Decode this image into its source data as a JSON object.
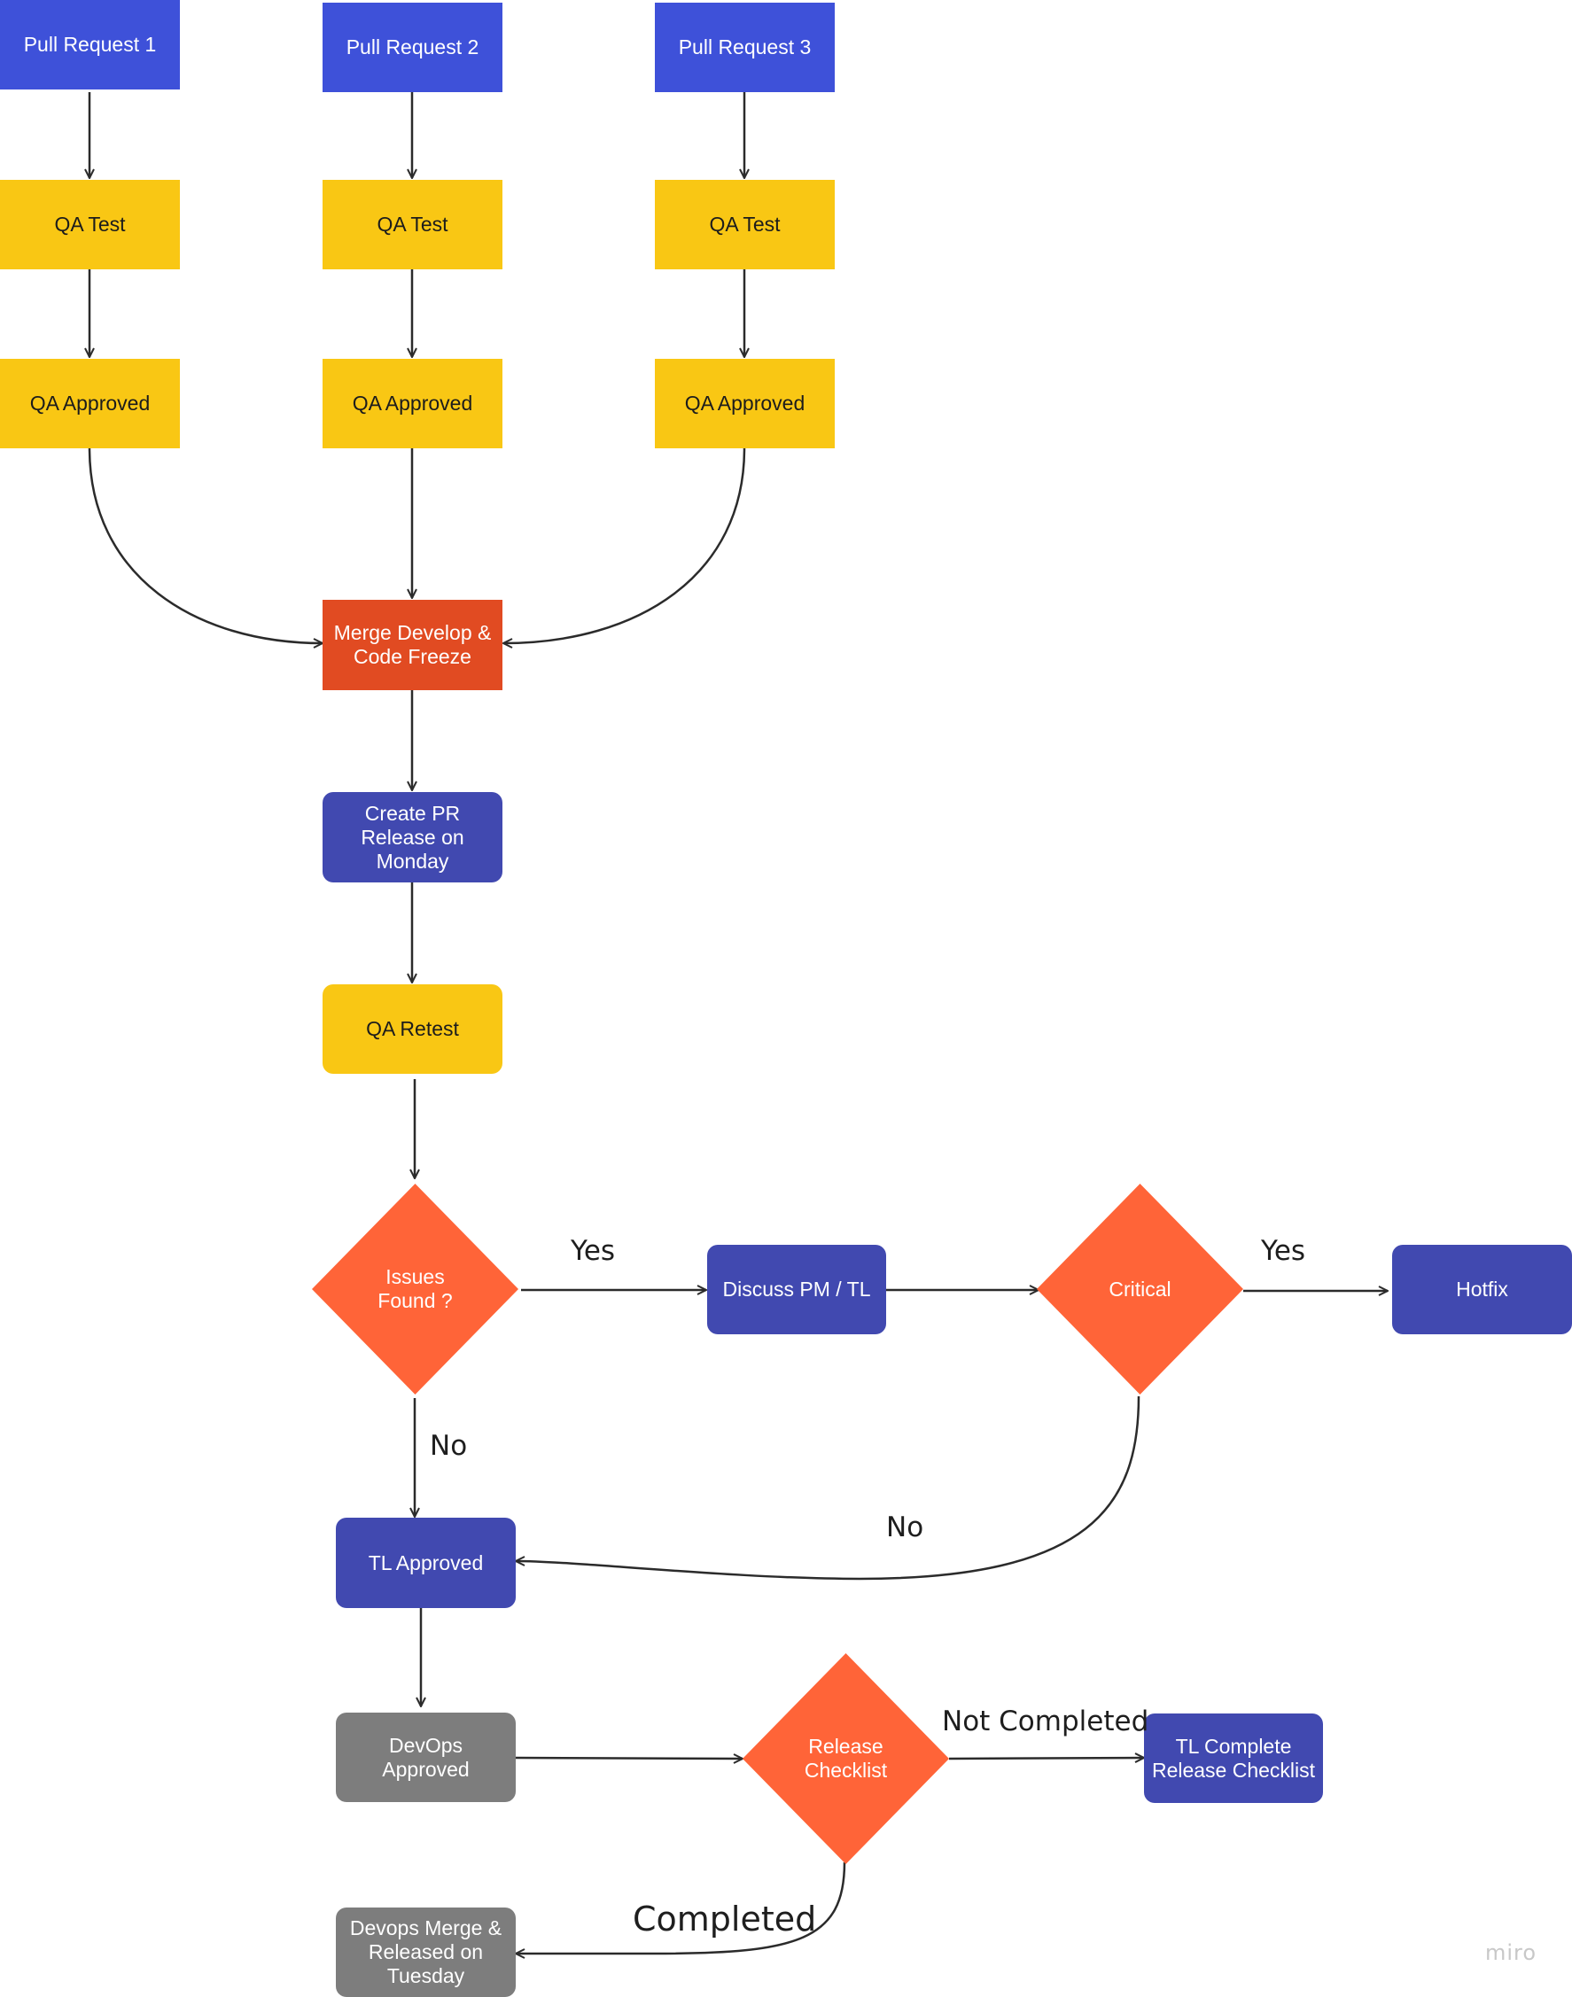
{
  "nodes": {
    "pr1": "Pull Request 1",
    "pr2": "Pull Request 2",
    "pr3": "Pull Request 3",
    "qa_test_1": "QA Test",
    "qa_test_2": "QA Test",
    "qa_test_3": "QA Test",
    "qa_approved_1": "QA Approved",
    "qa_approved_2": "QA Approved",
    "qa_approved_3": "QA Approved",
    "merge": "Merge Develop &\nCode Freeze",
    "create_pr": "Create PR\nRelease on\nMonday",
    "qa_retest": "QA Retest",
    "issues_found": "Issues\nFound ?",
    "discuss": "Discuss PM / TL",
    "critical": "Critical",
    "hotfix": "Hotfix",
    "tl_approved": "TL Approved",
    "devops_approved": "DevOps\nApproved",
    "release_checklist": "Release\nChecklist",
    "tl_complete": "TL Complete\nRelease Checklist",
    "devops_merge": "Devops Merge &\nReleased  on\nTuesday"
  },
  "edge_labels": {
    "issues_yes": "Yes",
    "critical_yes": "Yes",
    "issues_no": "No",
    "critical_no": "No",
    "not_completed": "Not Completed",
    "completed": "Completed"
  },
  "watermark": "miro",
  "colors": {
    "pull_request": "#3e51d9",
    "qa": "#f9c714",
    "merge": "#e14b22",
    "decision": "#ff6438",
    "action": "#4149b0",
    "devops": "#7d7d7d",
    "edge": "#2b2b2b"
  }
}
